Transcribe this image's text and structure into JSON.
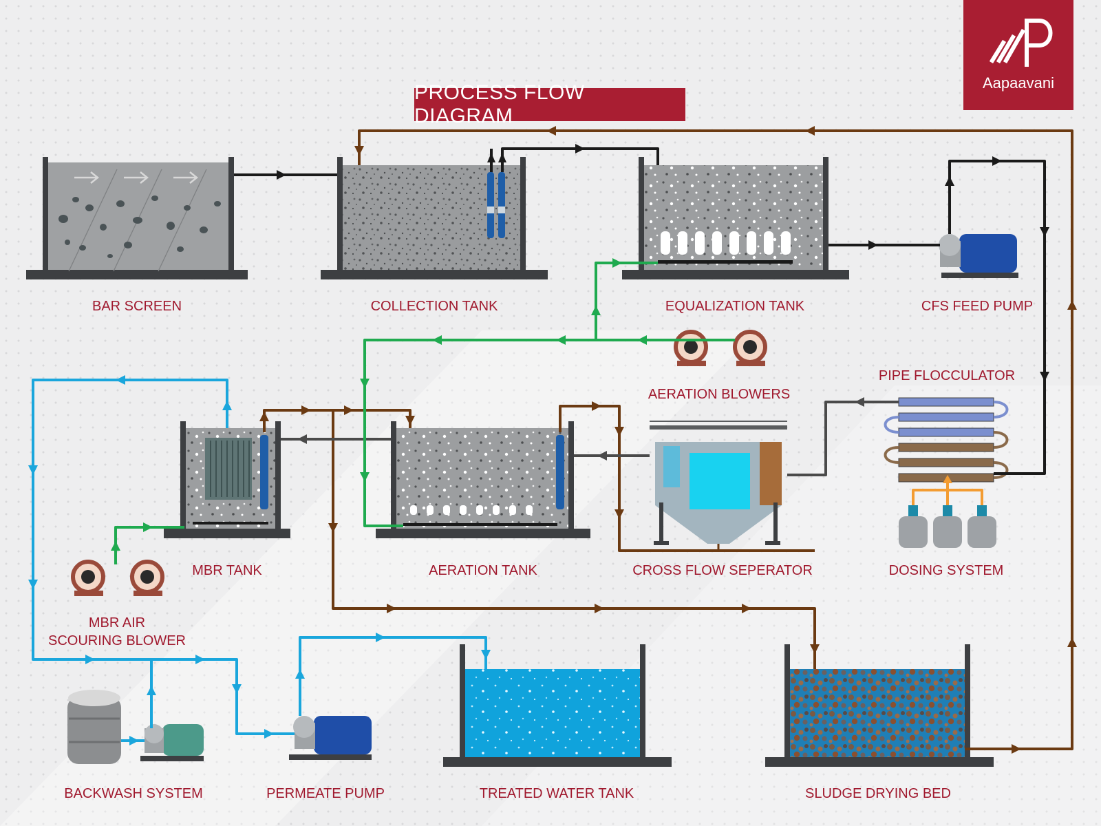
{
  "title": "PROCESS FLOW DIAGRAM",
  "brand": {
    "name": "Aapaavani"
  },
  "colors": {
    "brand": "#a91e32",
    "label": "#a0192e",
    "sludge_line": "#6b3a12",
    "air_line": "#1faa4f",
    "water_line": "#1aa6dc",
    "process_line": "#1a1a1a",
    "grey_line": "#4a4a4a",
    "dosing_line": "#f39c32"
  },
  "labels": {
    "bar_screen": "BAR SCREEN",
    "collection_tank": "COLLECTION TANK",
    "equalization_tank": "EQUALIZATION TANK",
    "cfs_feed_pump": "CFS FEED PUMP",
    "pipe_flocculator": "PIPE FLOCCULATOR",
    "aeration_blowers": "AERATION BLOWERS",
    "mbr_tank": "MBR TANK",
    "aeration_tank": "AERATION TANK",
    "cross_flow_separator": "CROSS FLOW SEPERATOR",
    "dosing_system": "DOSING SYSTEM",
    "mbr_air_scouring_blower_1": "MBR AIR",
    "mbr_air_scouring_blower_2": "SCOURING BLOWER",
    "backwash_system": "BACKWASH SYSTEM",
    "permeate_pump": "PERMEATE PUMP",
    "treated_water_tank": "TREATED WATER TANK",
    "sludge_drying_bed": "SLUDGE DRYING BED"
  },
  "icons": {
    "logo": "aapaavani-logo-icon",
    "tank": "tank-icon",
    "pump": "centrifugal-pump-icon",
    "blower": "blower-icon",
    "submersible_pump": "submersible-pump-icon",
    "membrane": "membrane-module-icon",
    "flocculator": "pipe-flocculator-icon",
    "dosing_tank": "dosing-tank-icon",
    "separator": "cross-flow-separator-icon"
  }
}
